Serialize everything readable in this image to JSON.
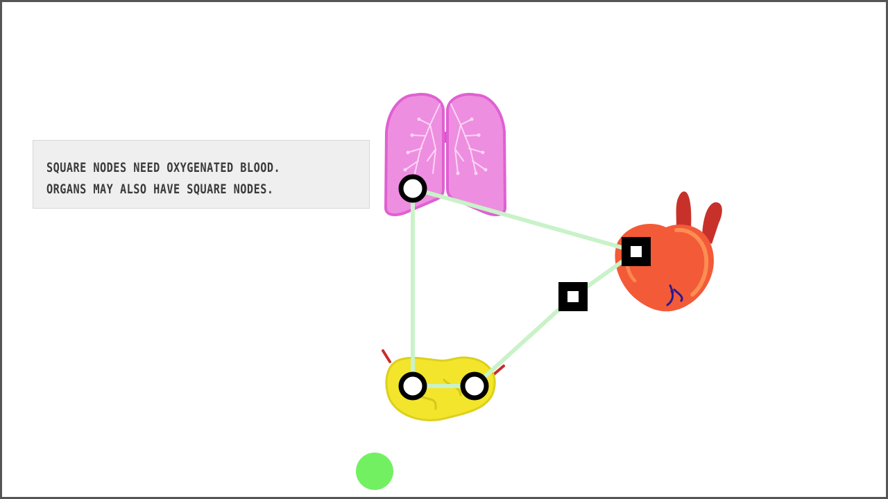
{
  "hint": {
    "lines": [
      "SQUARE NODES NEED OXYGENATED BLOOD.",
      "ORGANS MAY ALSO HAVE SQUARE NODES."
    ]
  },
  "colors": {
    "vessel": "#c9f2c9",
    "lungs": "#f08ee0",
    "heart": "#f25a38",
    "organ_yellow": "#f2e52c",
    "source": "#73f062"
  },
  "organs": [
    {
      "name": "lungs",
      "icon": "lungs-icon"
    },
    {
      "name": "heart",
      "icon": "heart-icon"
    },
    {
      "name": "pancreas",
      "icon": "pancreas-icon"
    }
  ],
  "nodes": [
    {
      "id": "lungs-node",
      "shape": "circle"
    },
    {
      "id": "heart-node",
      "shape": "square"
    },
    {
      "id": "path-node",
      "shape": "square"
    },
    {
      "id": "pancreas-node-left",
      "shape": "circle"
    },
    {
      "id": "pancreas-node-right",
      "shape": "circle"
    }
  ]
}
